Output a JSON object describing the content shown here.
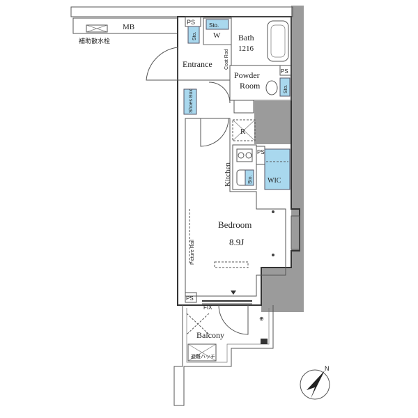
{
  "rooms": {
    "mb": "MB",
    "fire_hydrant": "補助散水栓",
    "ps1": "PS",
    "sto1": "Sto.",
    "w": "W",
    "bath": "Bath",
    "bath_size": "1216",
    "ps2": "PS",
    "entrance": "Entrance",
    "coat_rod": "Coat Rod",
    "powder": "Powder",
    "powder_room": "Room",
    "sto2": "Sto.",
    "shoes_box": "Shoes Box",
    "refrigerator": "R",
    "ps3": "PS",
    "kitchen": "Kitchen",
    "sto3": "Sto.",
    "wic": "WIC",
    "bedroom": "Bedroom",
    "bedroom_size": "8.9J",
    "picture_rail": "Picture Rail",
    "ps4": "PS",
    "fix": "FIX",
    "balcony": "Balcony",
    "balcony_note": "避難ハッチ"
  },
  "compass": {
    "north": "N"
  },
  "colors": {
    "storage": "#a9d8ee",
    "structure": "#9b9b9b"
  }
}
